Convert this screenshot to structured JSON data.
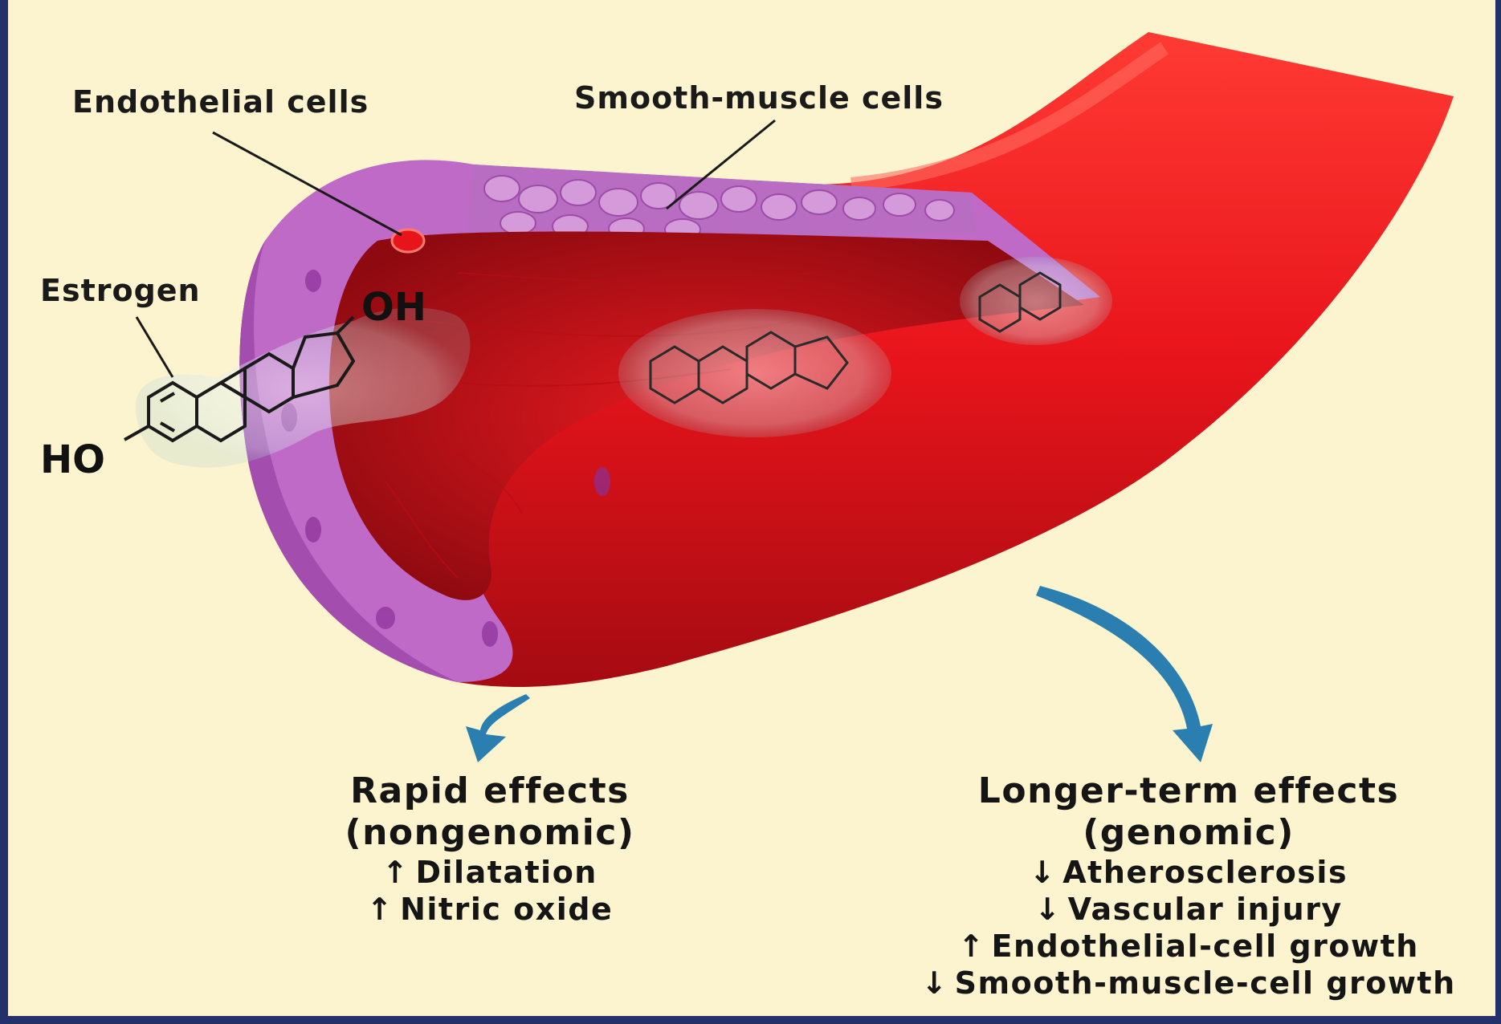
{
  "labels": {
    "endothelial": "Endothelial cells",
    "smooth_muscle": "Smooth-muscle cells",
    "estrogen": "Estrogen",
    "oh": "OH",
    "ho": "HO"
  },
  "rapid": {
    "title": "Rapid effects",
    "subtitle": "(nongenomic)",
    "items": [
      {
        "arrow": "↑",
        "text": "Dilatation"
      },
      {
        "arrow": "↑",
        "text": "Nitric oxide"
      }
    ]
  },
  "longer": {
    "title": "Longer-term effects",
    "subtitle": "(genomic)",
    "items": [
      {
        "arrow": "↓",
        "text": "Atherosclerosis"
      },
      {
        "arrow": "↓",
        "text": "Vascular injury"
      },
      {
        "arrow": "↑",
        "text": "Endothelial-cell growth"
      },
      {
        "arrow": "↓",
        "text": "Smooth-muscle-cell growth"
      }
    ]
  },
  "colors": {
    "background": "#fbf4cf",
    "border": "#23306a",
    "vessel_red": "#e8141b",
    "vessel_dark": "#b30d14",
    "wall_purple": "#c06ac8",
    "arrow_blue": "#2b7eb0"
  }
}
